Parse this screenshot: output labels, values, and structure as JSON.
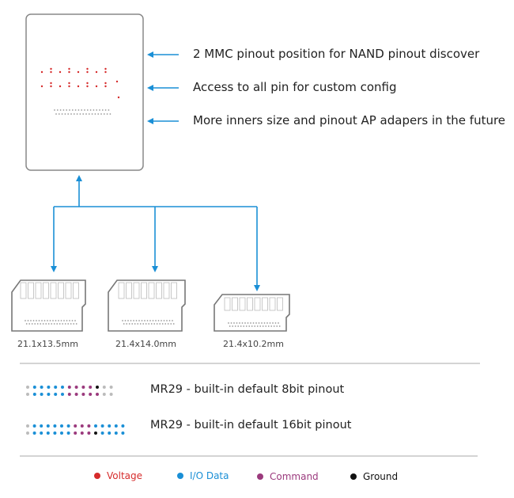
{
  "callouts": [
    "2 MMC pinout position for NAND pinout discover",
    "Access to all pin for custom config",
    "More  inners size and pinout AP adapers in the future"
  ],
  "adapters": [
    {
      "size": "21.1x13.5mm"
    },
    {
      "size": "21.4x14.0mm"
    },
    {
      "size": "21.4x10.2mm"
    }
  ],
  "pinouts": [
    {
      "label": "MR29 - built-in default 8bit pinout"
    },
    {
      "label": "MR29 - built-in default 16bit pinout"
    }
  ],
  "legend": [
    {
      "label": "Voltage",
      "color": "#d62c2c"
    },
    {
      "label": "I/O Data",
      "color": "#1a8fd6"
    },
    {
      "label": "Command",
      "color": "#9b3a7d"
    },
    {
      "label": "Ground",
      "color": "#111111"
    }
  ],
  "colors": {
    "arrow": "#1a8fd6",
    "outline": "#888888",
    "pad_red": "#d62c2c",
    "pad_gray": "#999999",
    "divider": "#aaaaaa"
  }
}
